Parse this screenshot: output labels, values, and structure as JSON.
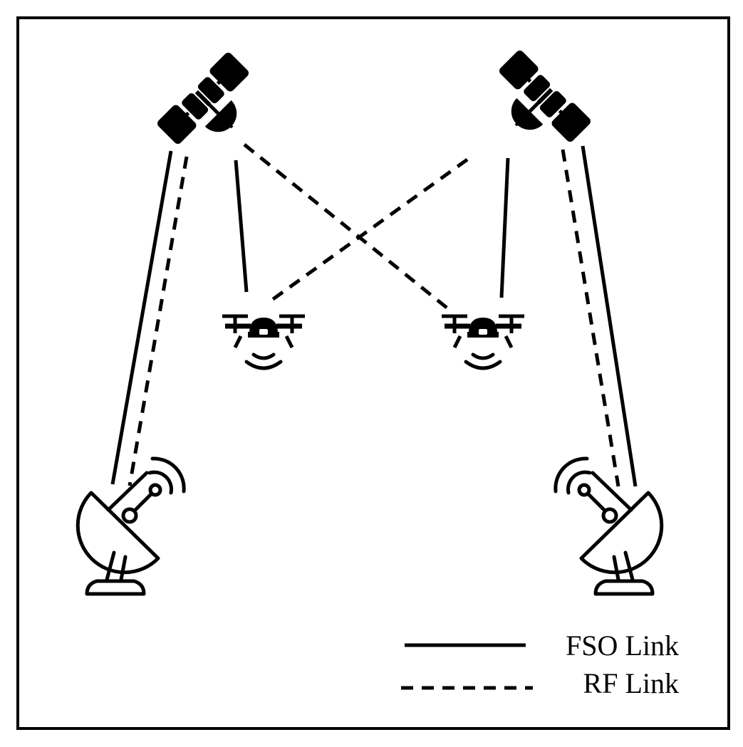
{
  "diagram": {
    "nodes": {
      "satellites": [
        "satellite-left",
        "satellite-right"
      ],
      "drones": [
        "drone-left",
        "drone-right"
      ],
      "ground_stations": [
        "ground-station-left",
        "ground-station-right"
      ]
    },
    "links": [
      {
        "from": "satellite-left",
        "to": "ground-station-left",
        "type": "FSO"
      },
      {
        "from": "satellite-left",
        "to": "ground-station-left",
        "type": "RF"
      },
      {
        "from": "satellite-right",
        "to": "ground-station-right",
        "type": "FSO"
      },
      {
        "from": "satellite-right",
        "to": "ground-station-right",
        "type": "RF"
      },
      {
        "from": "satellite-left",
        "to": "drone-left",
        "type": "FSO"
      },
      {
        "from": "satellite-right",
        "to": "drone-right",
        "type": "FSO"
      },
      {
        "from": "satellite-left",
        "to": "drone-right",
        "type": "RF"
      },
      {
        "from": "satellite-right",
        "to": "drone-left",
        "type": "RF"
      }
    ],
    "icons": {
      "satellite": "satellite-icon",
      "drone": "drone-icon",
      "ground_station": "satellite-dish-icon"
    },
    "legend": {
      "fso_label": "FSO Link",
      "rf_label": "RF Link"
    },
    "colors": {
      "line": "#000000",
      "background": "#ffffff"
    }
  }
}
